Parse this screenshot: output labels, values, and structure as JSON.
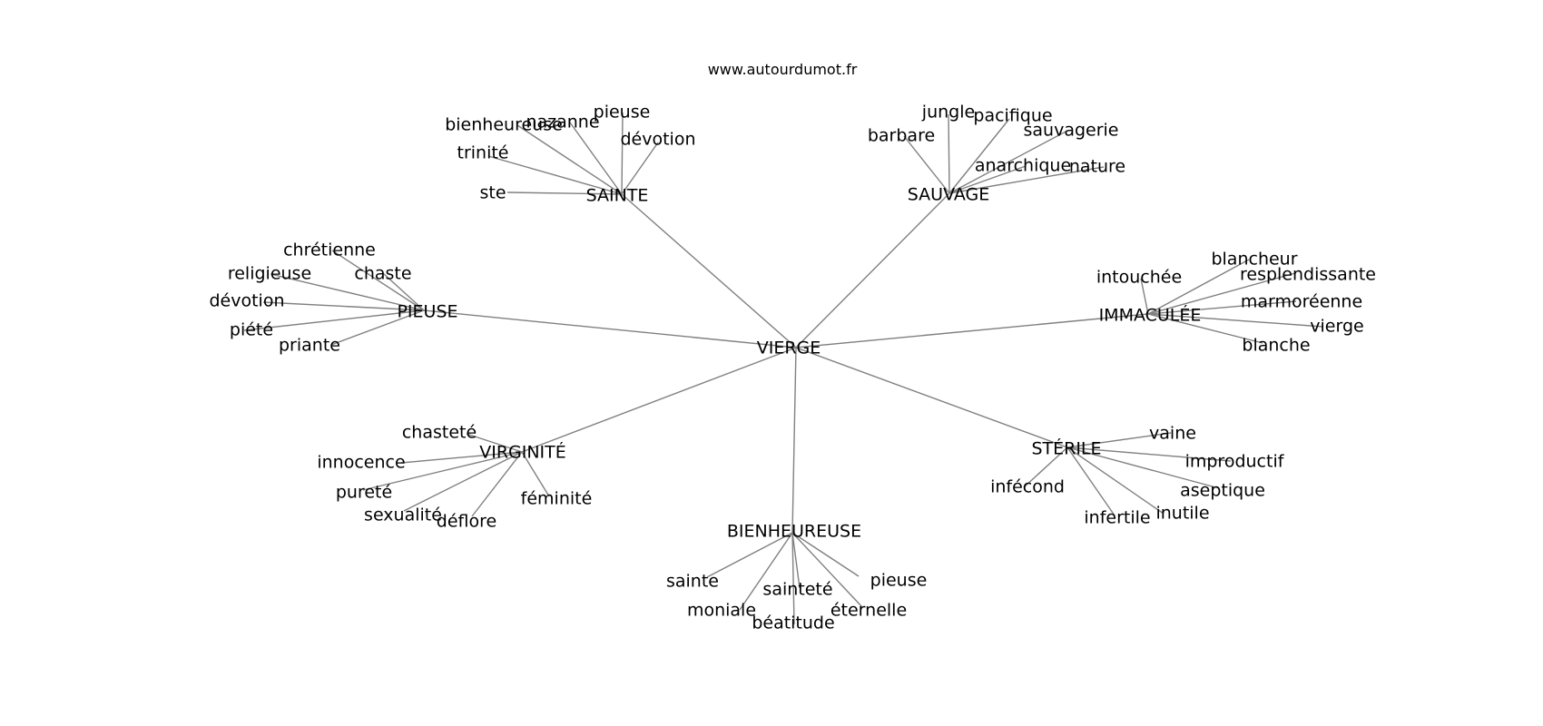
{
  "source": "www.autourdumot.fr",
  "edge_color": "#808080",
  "text_color": "#000000",
  "graph": {
    "center": "VIERGE",
    "clusters": [
      {
        "hub": "SAINTE",
        "leaves": [
          "bienheureuse",
          "nazanne",
          "pieuse",
          "dévotion",
          "trinité",
          "ste"
        ]
      },
      {
        "hub": "SAUVAGE",
        "leaves": [
          "jungle",
          "pacifique",
          "barbare",
          "sauvagerie",
          "anarchique",
          "nature"
        ]
      },
      {
        "hub": "PIEUSE",
        "leaves": [
          "chrétienne",
          "religieuse",
          "chaste",
          "dévotion",
          "piété",
          "priante"
        ]
      },
      {
        "hub": "IMMACULÉE",
        "leaves": [
          "blancheur",
          "intouchée",
          "resplendissante",
          "marmoréenne",
          "vierge",
          "blanche"
        ]
      },
      {
        "hub": "VIRGINITÉ",
        "leaves": [
          "chasteté",
          "innocence",
          "pureté",
          "sexualité",
          "déflore",
          "féminité"
        ]
      },
      {
        "hub": "STÉRILE",
        "leaves": [
          "vaine",
          "improductif",
          "infécond",
          "aseptique",
          "inutile",
          "infertile"
        ]
      },
      {
        "hub": "BIENHEUREUSE",
        "leaves": [
          "sainte",
          "sainteté",
          "pieuse",
          "moniale",
          "éternelle",
          "béatitude"
        ]
      }
    ]
  }
}
